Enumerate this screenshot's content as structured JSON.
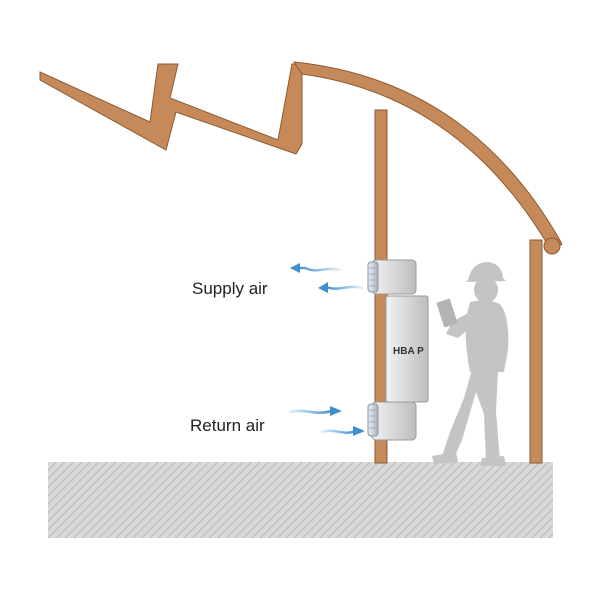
{
  "labels": {
    "supply_air": "Supply air",
    "return_air": "Return air",
    "unit": "HBA P"
  },
  "colors": {
    "structure": "#c68a5a",
    "structure_outline": "#8c5a32",
    "ground": "#d9d9d9",
    "hatch": "#b8b8b8",
    "airflow": "#3f8fcf",
    "unit_body": "#d6d6d6",
    "unit_outline": "#9a9a9a",
    "person": "#c4c4c4"
  },
  "icons": {
    "supply_arrows": "airflow-arrow-icon",
    "return_arrows": "airflow-arrow-icon",
    "person": "worker-silhouette-icon"
  }
}
